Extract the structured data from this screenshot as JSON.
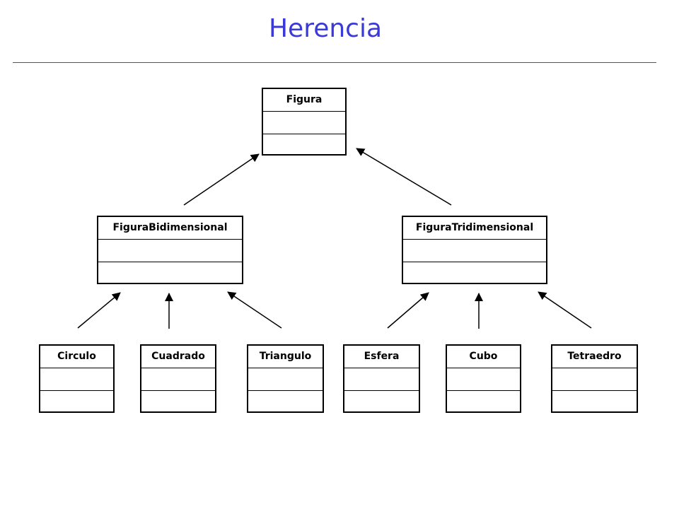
{
  "title": "Herencia",
  "colors": {
    "title": "#3a3ad8",
    "lines": "#000000"
  },
  "classes": {
    "figura": "Figura",
    "bidimensional": "FiguraBidimensional",
    "tridimensional": "FiguraTridimensional",
    "circulo": "Circulo",
    "cuadrado": "Cuadrado",
    "triangulo": "Triangulo",
    "esfera": "Esfera",
    "cubo": "Cubo",
    "tetraedro": "Tetraedro"
  }
}
